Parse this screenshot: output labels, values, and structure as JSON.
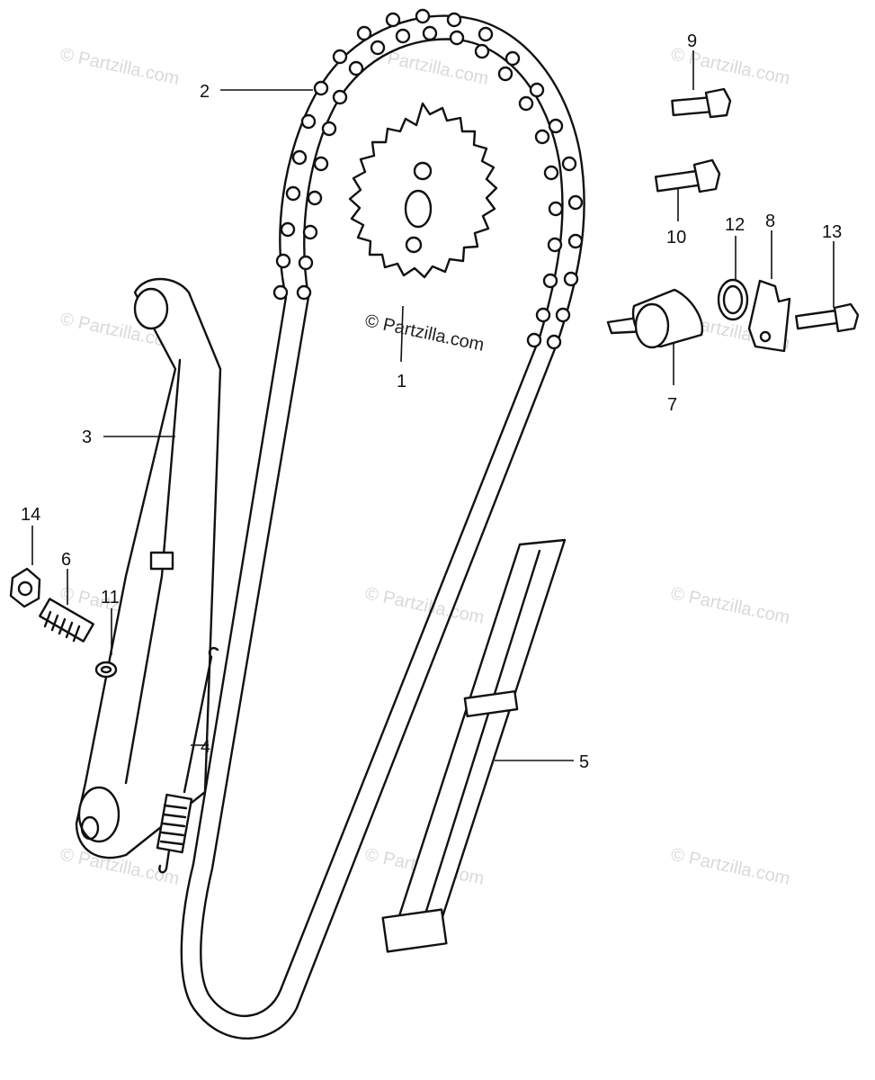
{
  "watermark": "© Partzilla.com",
  "callouts": [
    {
      "id": "1",
      "label": "1"
    },
    {
      "id": "2",
      "label": "2"
    },
    {
      "id": "3",
      "label": "3"
    },
    {
      "id": "4",
      "label": "4"
    },
    {
      "id": "5",
      "label": "5"
    },
    {
      "id": "6",
      "label": "6"
    },
    {
      "id": "7",
      "label": "7"
    },
    {
      "id": "8",
      "label": "8"
    },
    {
      "id": "9",
      "label": "9"
    },
    {
      "id": "10",
      "label": "10"
    },
    {
      "id": "11",
      "label": "11"
    },
    {
      "id": "12",
      "label": "12"
    },
    {
      "id": "13",
      "label": "13"
    },
    {
      "id": "14",
      "label": "14"
    }
  ]
}
